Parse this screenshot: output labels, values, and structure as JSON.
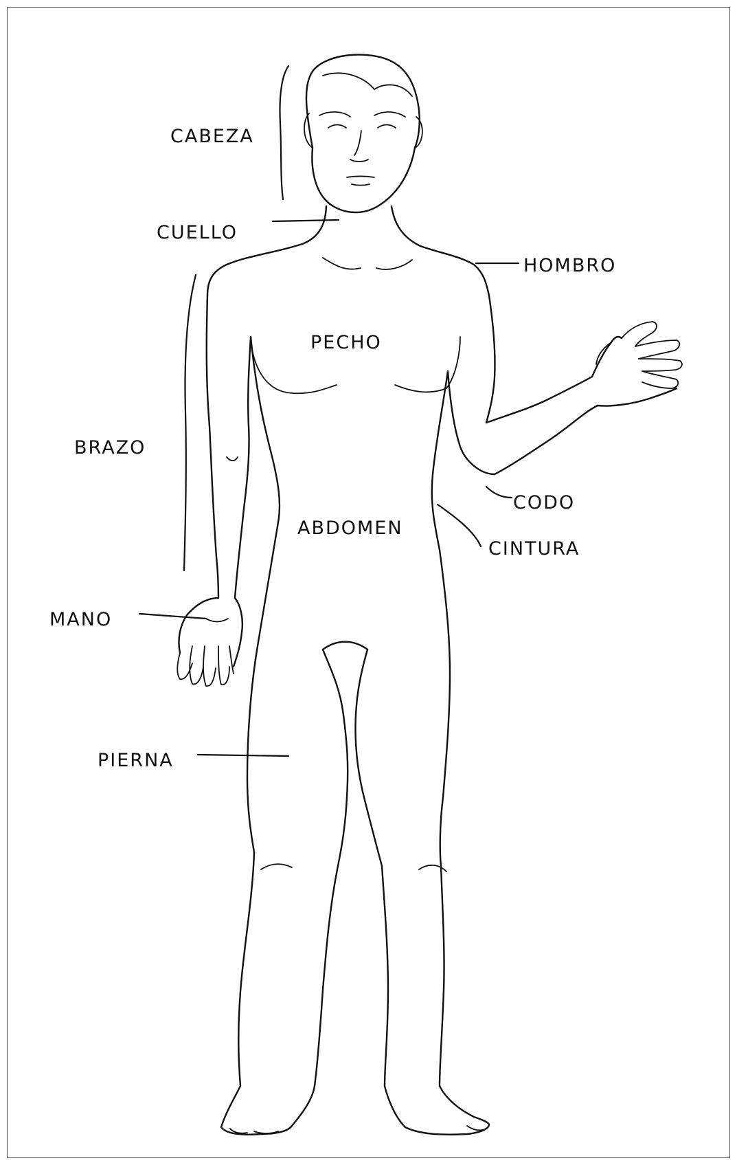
{
  "labels": {
    "cabeza": "CABEZA",
    "cuello": "CUELLO",
    "hombro": "HOMBRO",
    "pecho": "PECHO",
    "brazo": "BRAZO",
    "codo": "CODO",
    "abdomen": "ABDOMEN",
    "cintura": "CINTURA",
    "mano": "MANO",
    "pierna": "PIERNA"
  },
  "colors": {
    "ink": "#111111",
    "background": "#ffffff",
    "frame": "#555555"
  }
}
